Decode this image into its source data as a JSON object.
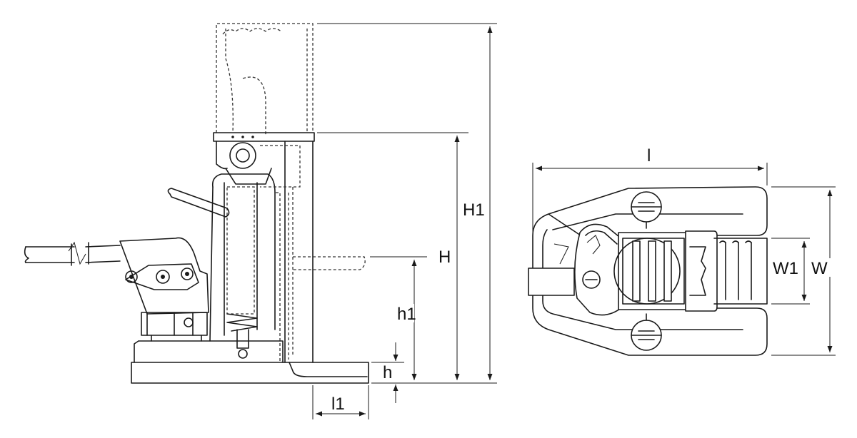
{
  "side_view": {
    "labels": {
      "H1": "H1",
      "H": "H",
      "h1": "h1",
      "h": "h",
      "l1": "l1"
    }
  },
  "top_view": {
    "labels": {
      "l": "l",
      "W1": "W1",
      "W": "W"
    }
  },
  "colors": {
    "line": "#1a1a1a",
    "background": "#ffffff"
  }
}
